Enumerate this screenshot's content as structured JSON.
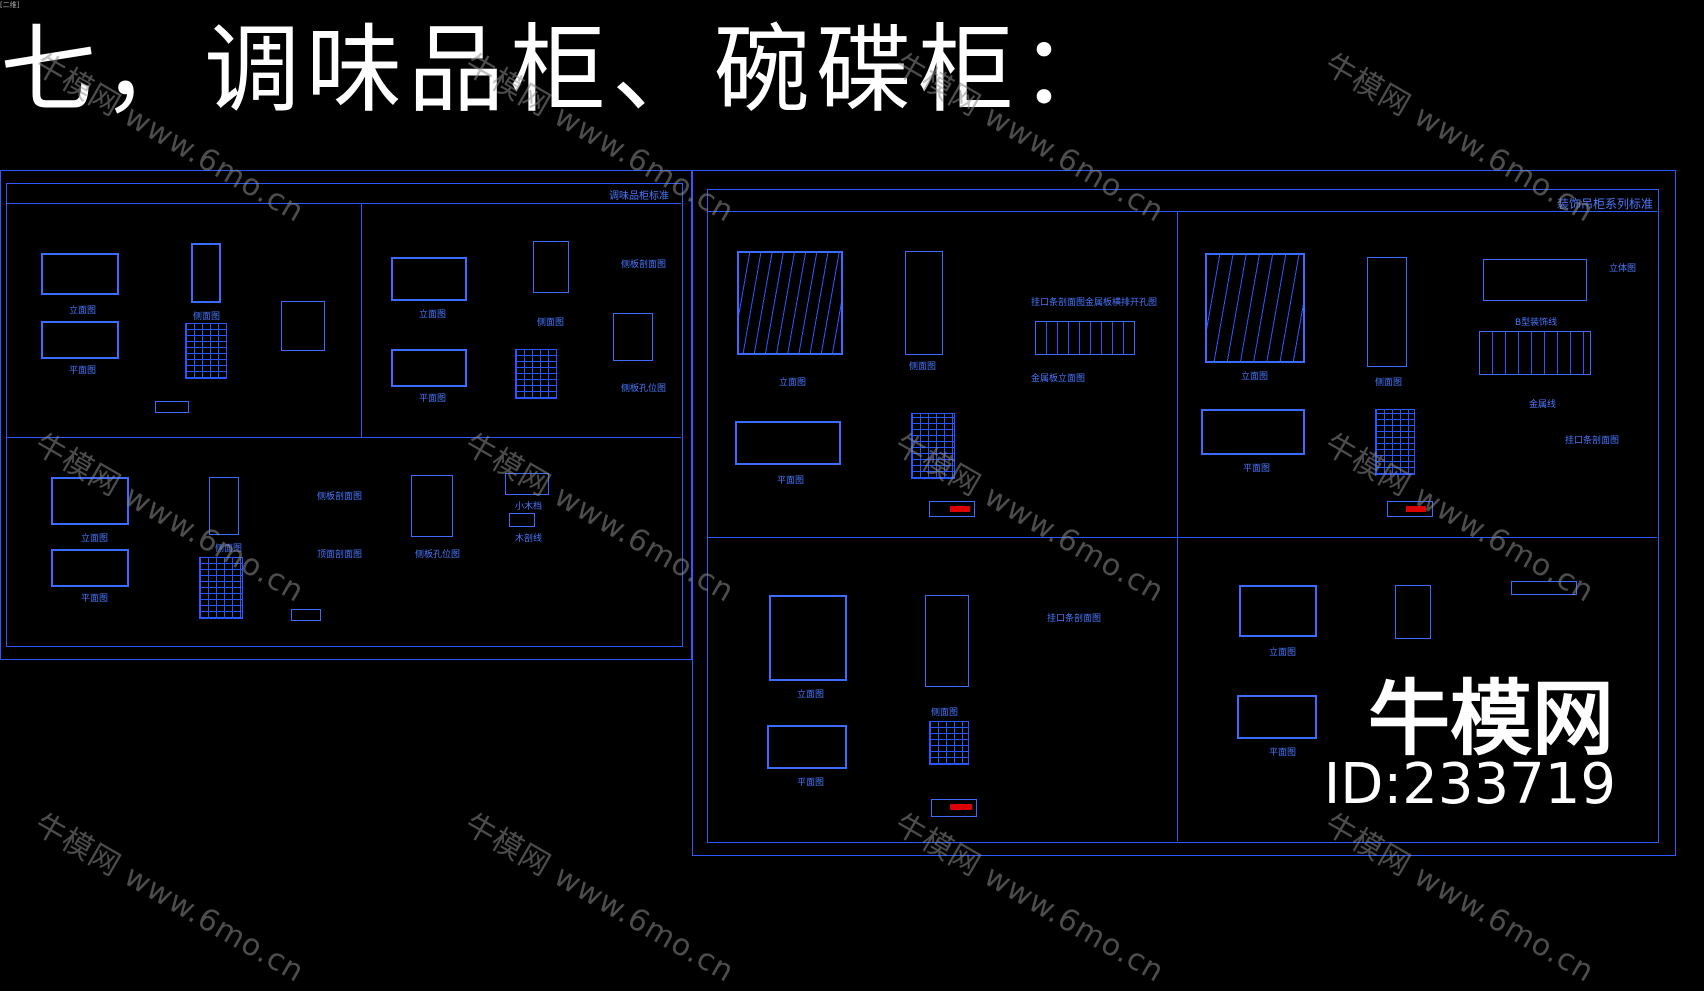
{
  "corner_tag": "[二维]",
  "title": "七，调味品柜、碗碟柜：",
  "sheet_left": {
    "title": "调味品柜标准",
    "labels": [
      "立面图",
      "平面图",
      "侧面图",
      "立面图",
      "平面图",
      "侧面图",
      "侧板剖面图",
      "侧板孔位图",
      "立面图",
      "平面图",
      "侧面图",
      "侧板剖面图",
      "顶面剖面图",
      "侧板孔位图",
      "小木档",
      "木剖线"
    ]
  },
  "sheet_right": {
    "title": "装饰吊柜系列标准",
    "labels": [
      "立面图",
      "侧面图",
      "挂口条剖面图",
      "金属板横排开孔图",
      "金属板立面图",
      "平面图",
      "立面图",
      "侧面图",
      "立体图",
      "B型装饰线",
      "金属线",
      "挂口条剖面图",
      "平面图",
      "立面图",
      "挂口条剖面图",
      "平面图",
      "侧面图",
      "立面图",
      "平面图"
    ]
  },
  "watermark": "牛模网 www.6mo.cn",
  "brand": {
    "name": "牛模网",
    "id": "ID:233719"
  },
  "colors": {
    "background": "#000000",
    "lines": "#2f59ff",
    "title": "#ffffff",
    "accent_red": "#dd0000"
  }
}
